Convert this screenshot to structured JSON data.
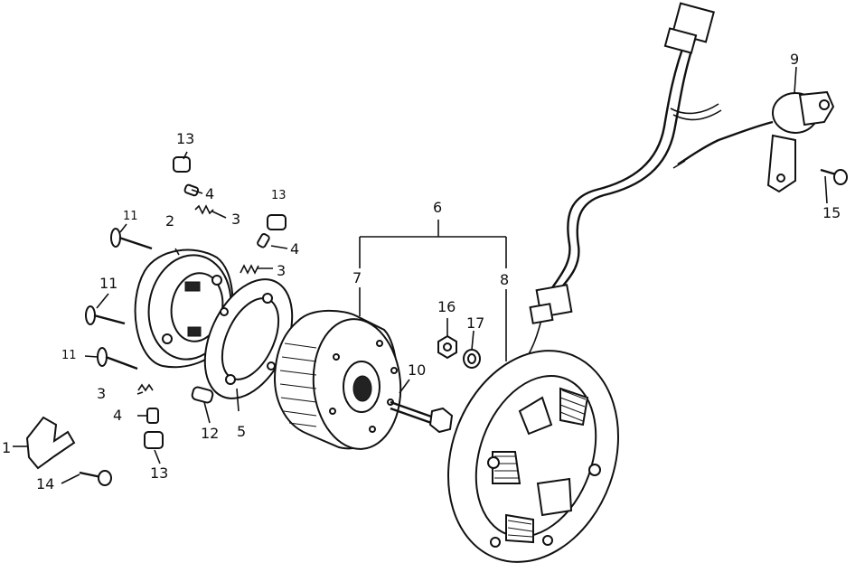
{
  "callouts": {
    "c1": "1",
    "c2": "2",
    "c3a": "3",
    "c3b": "3",
    "c3c": "3",
    "c4a": "4",
    "c4b": "4",
    "c4c": "4",
    "c5": "5",
    "c6": "6",
    "c7": "7",
    "c8": "8",
    "c9": "9",
    "c10": "10",
    "c11a": "11",
    "c11b": "11",
    "c11c": "11",
    "c12": "12",
    "c13a": "13",
    "c13b": "13",
    "c13c": "13",
    "c14": "14",
    "c15": "15",
    "c16": "16",
    "c17": "17"
  }
}
